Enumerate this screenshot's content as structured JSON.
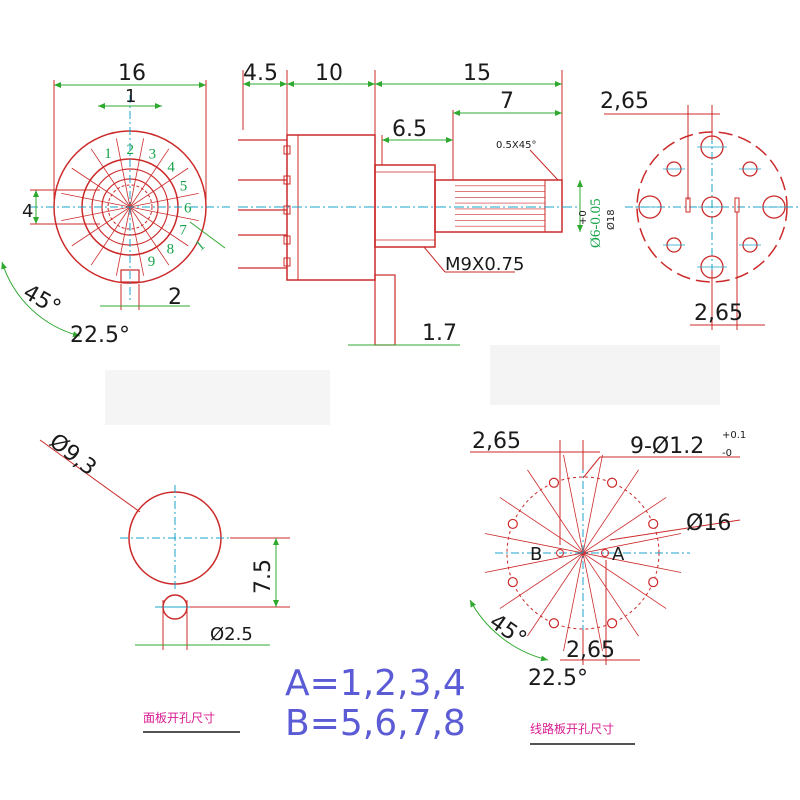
{
  "colors": {
    "outline": "#cc2a2a",
    "centerline": "#1aa3c8",
    "dimension": "#2fa82f",
    "label": "#d81b8f",
    "legend": "#5b5bd6",
    "text": "#1a1a1a"
  },
  "front_view": {
    "width_dim": "16",
    "top_small_dim": "1",
    "left_dim": "4",
    "right_dim": "1",
    "bottom_dim": "2",
    "angle_45": "45°",
    "angle_22_5": "22.5°",
    "pin_numbers": [
      "1",
      "2",
      "3",
      "4",
      "5",
      "6",
      "7",
      "8",
      "9"
    ]
  },
  "side_view": {
    "dim_4_5": "4.5",
    "dim_10": "10",
    "dim_15": "15",
    "dim_6_5": "6.5",
    "dim_7": "7",
    "chamfer": "0.5X45°",
    "thread": "M9X0.75",
    "bottom_dim": "1.7",
    "shaft_dia_1": "Ø6-0.05",
    "shaft_dia_tol": "+0",
    "shaft_dia_2": "Ø18"
  },
  "rear_view": {
    "top_dim": "2,65",
    "bottom_dim": "2,65"
  },
  "panel_cutout": {
    "hole_dia": "Ø9,3",
    "spacing": "7.5",
    "pin_dia": "Ø2.5",
    "caption": "面板开孔尺寸"
  },
  "pcb_layout": {
    "top_dim": "2,65",
    "holes": "9-Ø1.2",
    "holes_tol_plus": "+0.1",
    "holes_tol_minus": "-0",
    "circle_dia": "Ø16",
    "label_b": "B",
    "label_a": "A",
    "angle_45": "45°",
    "bottom_dim": "2,65",
    "angle_22_5": "22.5°",
    "caption": "线路板开孔尺寸"
  },
  "legend": {
    "line_a": "A=1,2,3,4",
    "line_b": "B=5,6,7,8"
  }
}
